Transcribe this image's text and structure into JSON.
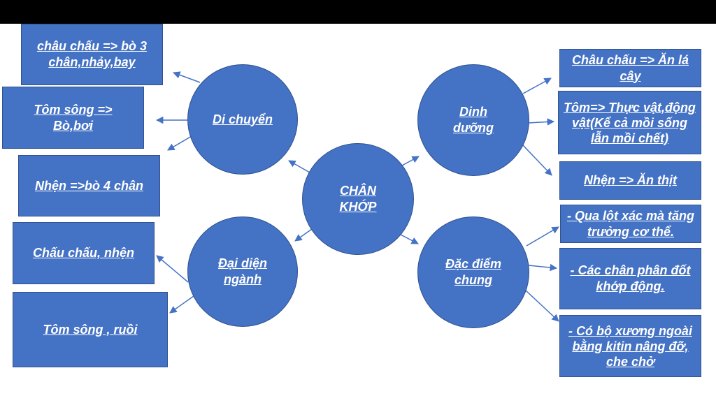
{
  "colors": {
    "node_fill": "#4472c4",
    "node_border": "#2f528f",
    "edge": "#4472c4",
    "text": "#ffffff"
  },
  "center": {
    "label": "CHÂN\nKHỚP"
  },
  "categories": {
    "di_chuyen": {
      "label": "Di chuyển"
    },
    "dinh_duong": {
      "label": "Dinh\ndưỡng"
    },
    "dai_dien": {
      "label": "Đại diện\nngành"
    },
    "dac_diem": {
      "label": "Đặc điểm\nchung"
    }
  },
  "leaves": {
    "di_chuyen_1": "châu chấu => bò 3 chân,nhảy,bay",
    "di_chuyen_2": "Tôm sông =>\nBò,bơi",
    "di_chuyen_3": "Nhện =>bò 4 chân",
    "dinh_duong_1": "Châu chấu => Ăn lá cây",
    "dinh_duong_2": "Tôm=> Thực vật,động vật(Kể cả mồi sống lẫn mồi chết)",
    "dinh_duong_3": "Nhện => Ăn thịt",
    "dai_dien_1": "Chấu chấu, nhện",
    "dai_dien_2": "Tôm sông , ruồi",
    "dac_diem_1": "- Qua lột xác mà tăng trưởng cơ thể.",
    "dac_diem_2": "- Các chân phân đốt khớp động.",
    "dac_diem_3": "- Có bộ xương ngoài bằng kitin nâng đỡ, che chở"
  }
}
